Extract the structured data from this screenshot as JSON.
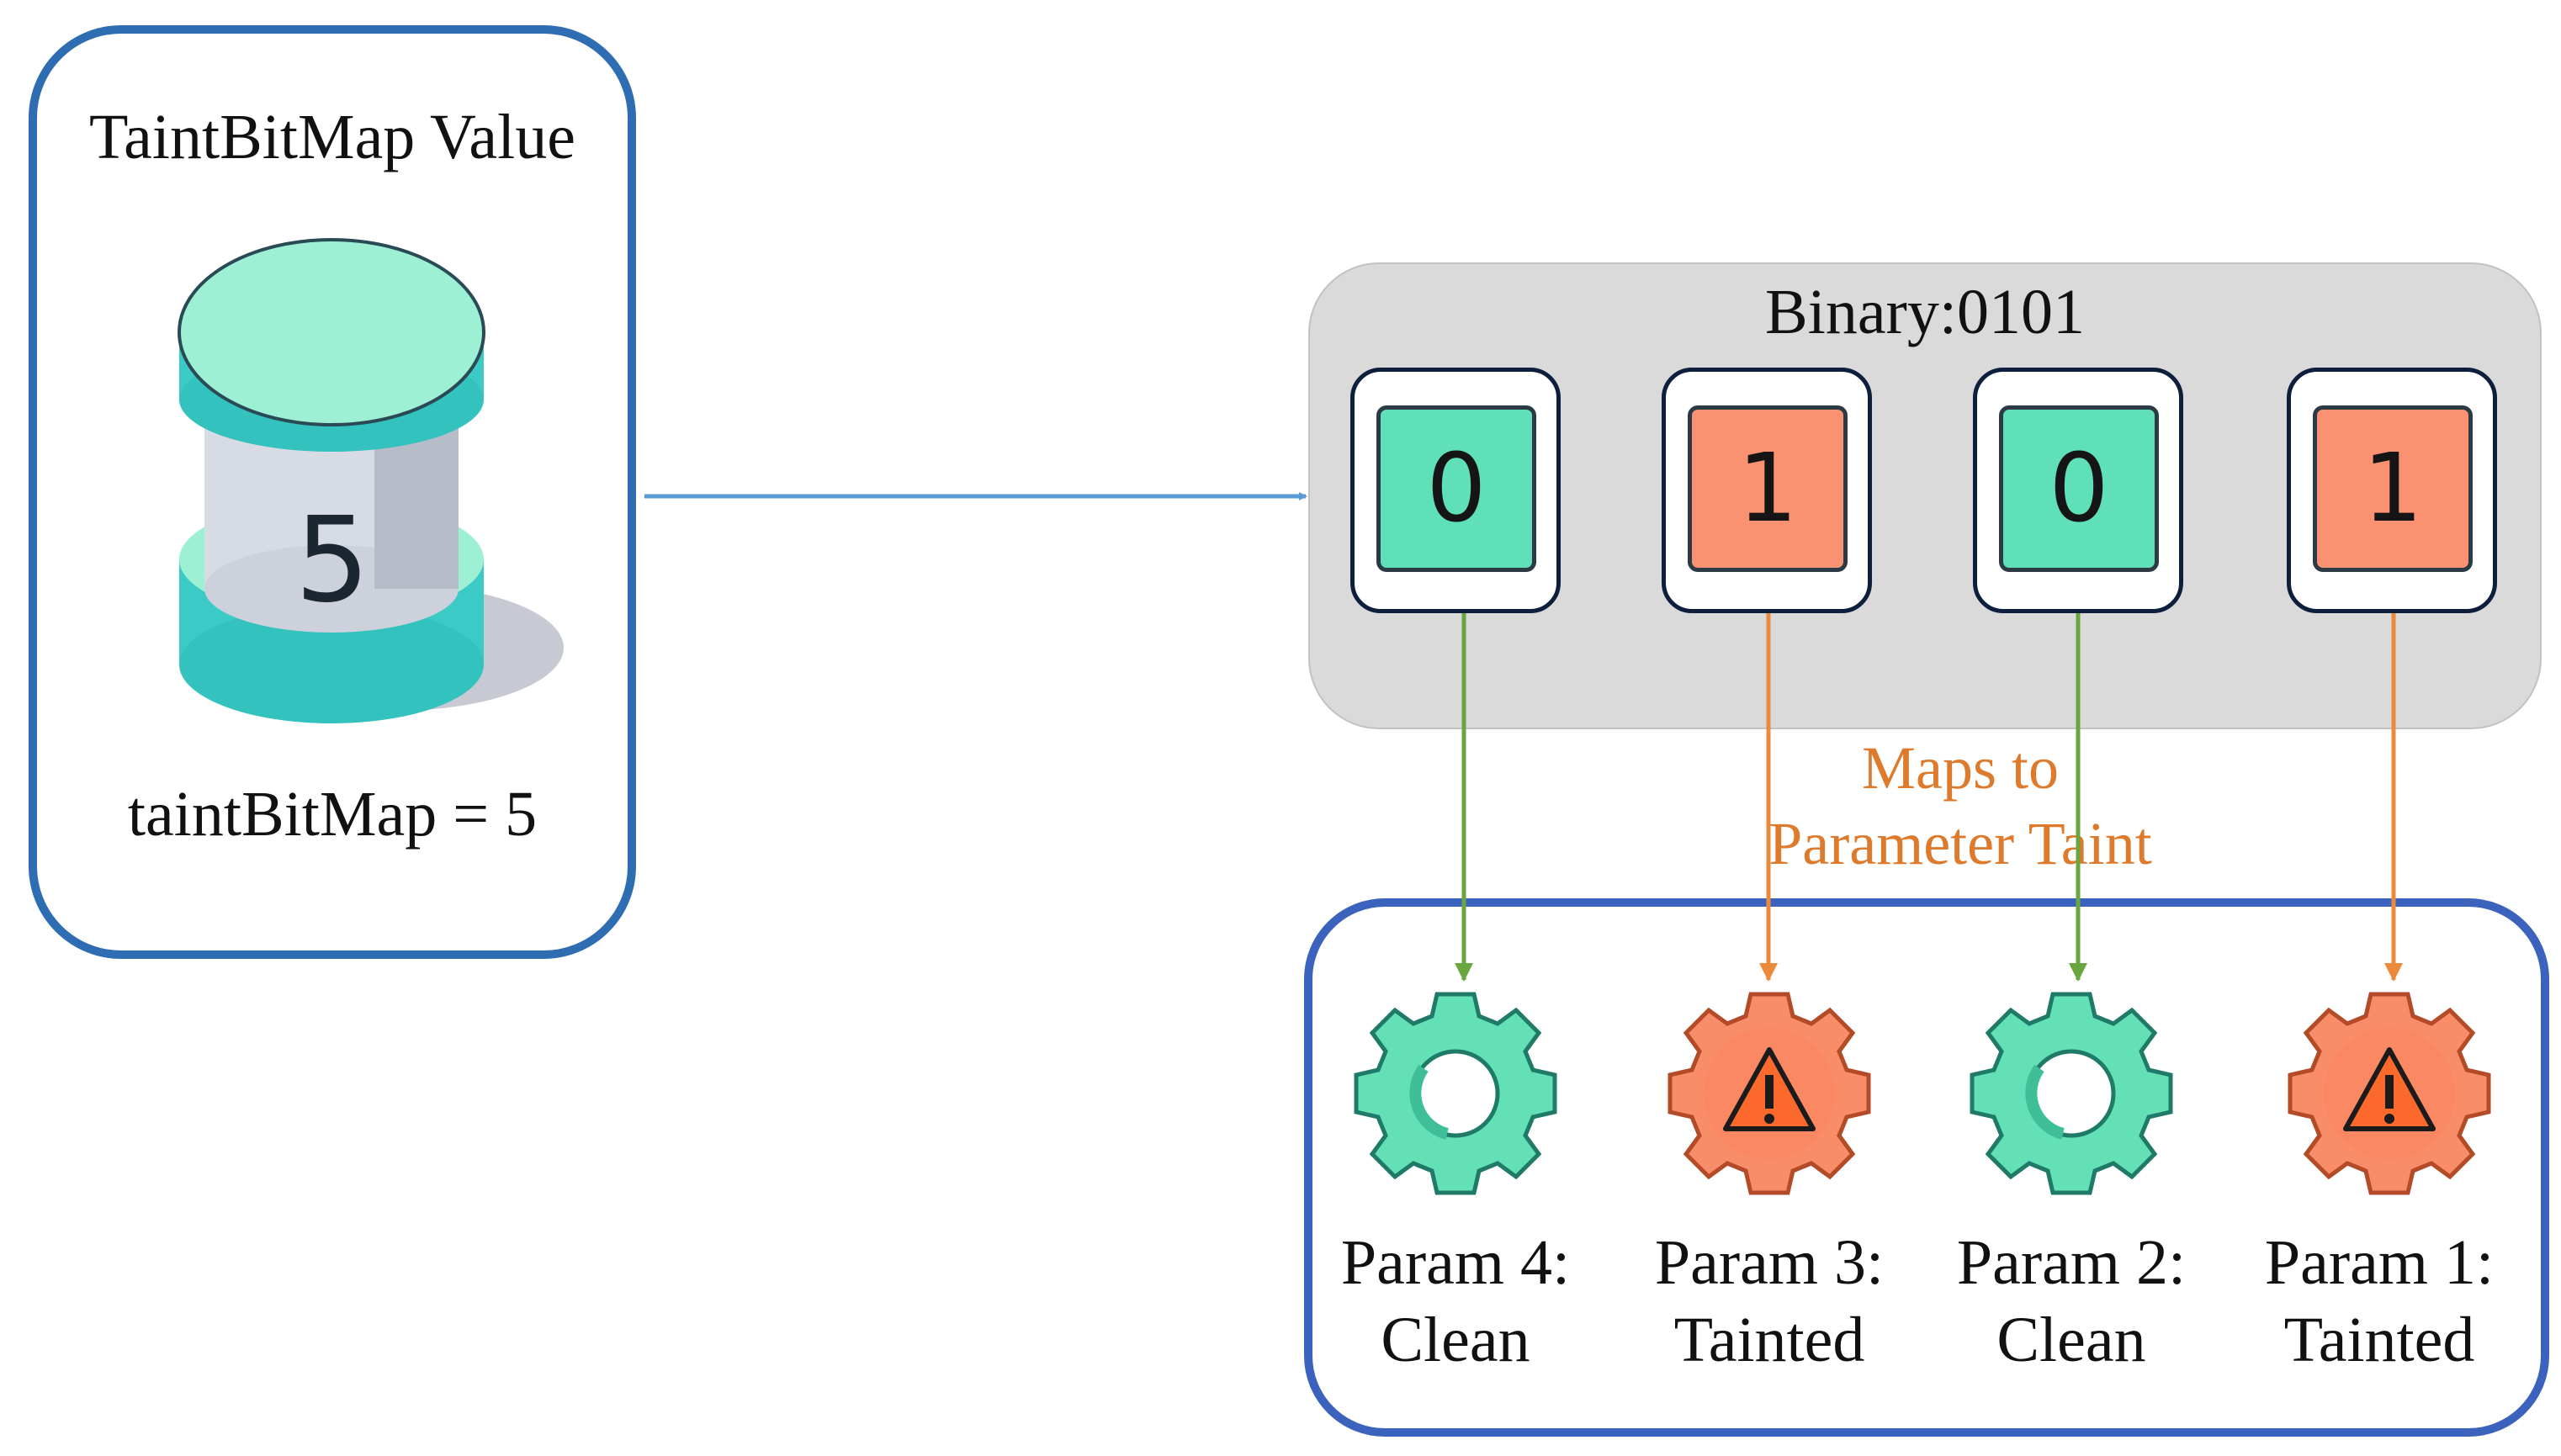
{
  "value_panel": {
    "title": "TaintBitMap Value",
    "cylinder_value": "5",
    "caption": "taintBitMap = 5"
  },
  "binary": {
    "title": "Binary:0101",
    "bits": [
      "0",
      "1",
      "0",
      "1"
    ]
  },
  "maps_label": [
    "Maps to",
    "Parameter Taint"
  ],
  "params": [
    {
      "name": "Param 4:",
      "status": "Clean",
      "icon": "gear-icon"
    },
    {
      "name": "Param 3:",
      "status": "Tainted",
      "icon": "warning-gear-icon"
    },
    {
      "name": "Param 2:",
      "status": "Clean",
      "icon": "gear-icon"
    },
    {
      "name": "Param 1:",
      "status": "Tainted",
      "icon": "warning-gear-icon"
    }
  ],
  "colors": {
    "clean": "#5fe0b9",
    "tainted": "#fa9272",
    "clean_arrow": "#6aa63f",
    "tainted_arrow": "#ec8a3c",
    "panel_border": "#2f6db3",
    "connector": "#5b9bd5"
  }
}
